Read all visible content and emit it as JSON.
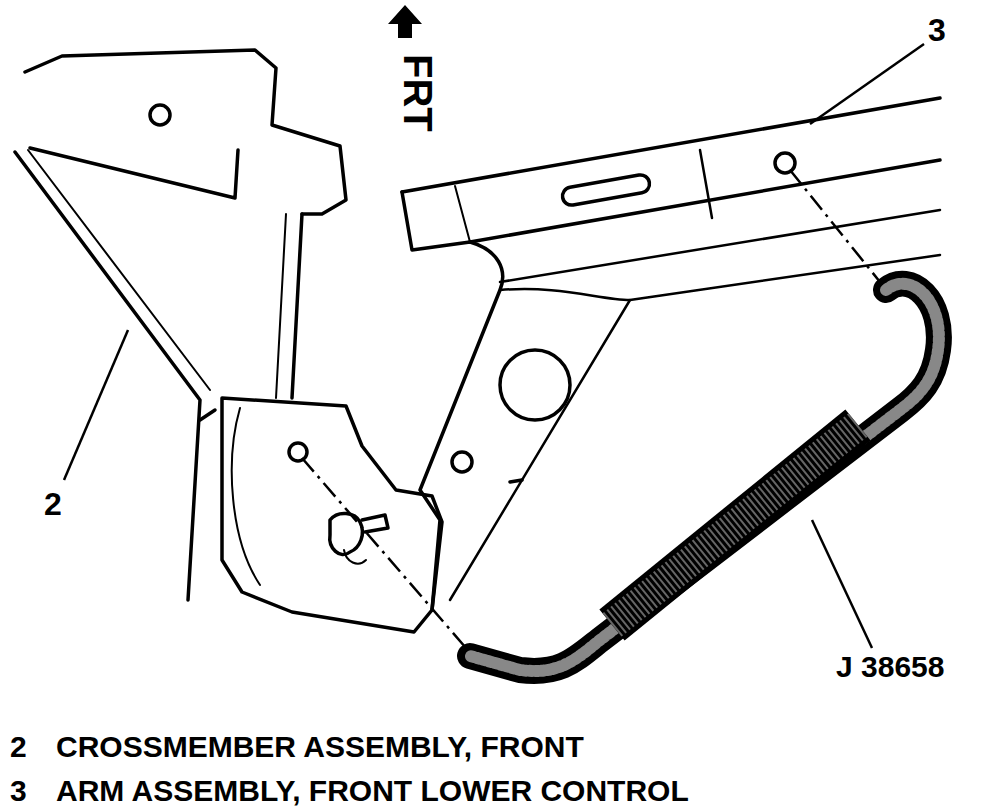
{
  "diagram": {
    "labels": [
      "FRT",
      "3",
      "2",
      "J 38658",
      "2",
      "CROSSMEMBER ASSEMBLY, FRONT",
      "3",
      "ARM ASSEMBLY, FRONT LOWER CONTROL"
    ]
  }
}
